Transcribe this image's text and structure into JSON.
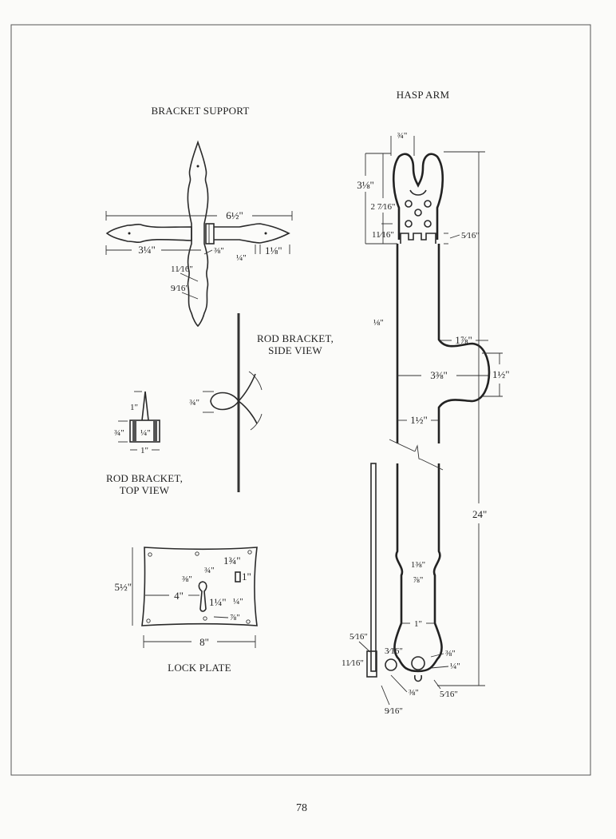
{
  "page_number": "78",
  "bracket_support": {
    "title": "BRACKET SUPPORT",
    "dims": {
      "overall": "6½\"",
      "arm": "3¼\"",
      "collar": "⅜\"",
      "tip_gap": "¼\"",
      "tip": "1⅛\"",
      "width_a": "11⁄16\"",
      "width_b": "9⁄16\""
    }
  },
  "rod_bracket_side": {
    "title_line1": "ROD BRACKET,",
    "title_line2": "SIDE VIEW",
    "dims": {
      "loop": "¾\""
    }
  },
  "rod_bracket_top": {
    "title_line1": "ROD BRACKET,",
    "title_line2": "TOP VIEW",
    "dims": {
      "spike": "1\"",
      "height": "¾\"",
      "inner": "¼\"",
      "width": "1\""
    }
  },
  "lock_plate": {
    "title": "LOCK PLATE",
    "dims": {
      "height": "5½\"",
      "width": "8\"",
      "offset": "4\"",
      "keyhole_top": "⅜\"",
      "keyhole": "1¼\"",
      "keyhole_bottom": "⅞\"",
      "slot_offset": "1¾\"",
      "slot_left": "¾\"",
      "slot_height": "1\"",
      "slot_width": "¼\""
    }
  },
  "hasp_arm": {
    "title": "HASP ARM",
    "dims": {
      "fork_gap": "¾\"",
      "fork_len": "3⅛\"",
      "holes": "2 7⁄16\"",
      "base": "11⁄16\"",
      "notch": "5⁄16\"",
      "edge": "⅛\"",
      "knob_offset": "1⅞\"",
      "body_width": "3⅜\"",
      "knob": "1½\"",
      "shaft": "1½\"",
      "overall": "24\"",
      "neck_a": "1⅜\"",
      "neck_b": "⅞\"",
      "neck_c": "1\"",
      "ring_a": "⅜\"",
      "ring_b": "¼\"",
      "ring_c": "5⁄16\"",
      "staple_a": "5⁄16\"",
      "staple_b": "11⁄16\"",
      "staple_c": "3⁄16\"",
      "staple_d": "⅜\"",
      "staple_e": "9⁄16\""
    }
  }
}
